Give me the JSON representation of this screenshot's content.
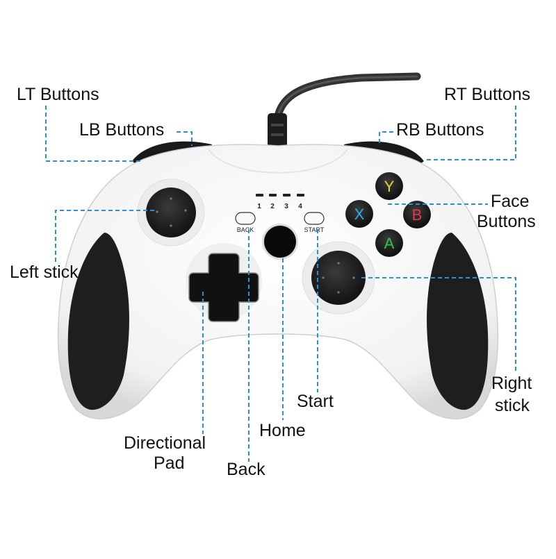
{
  "diagram": {
    "subject": "Wired game controller",
    "accent_color": "#2a8fd6",
    "body_color": "#f4f4f4",
    "grip_color": "#1e1e1e"
  },
  "callouts": {
    "lt": {
      "label": "LT Buttons"
    },
    "lb": {
      "label": "LB Buttons"
    },
    "rt": {
      "label": "RT Buttons"
    },
    "rb": {
      "label": "RB Buttons"
    },
    "face_line1": {
      "label": "Face"
    },
    "face_line2": {
      "label": "Buttons"
    },
    "left_stick": {
      "label": "Left stick"
    },
    "right_stick_line1": {
      "label": "Right"
    },
    "right_stick_line2": {
      "label": "stick"
    },
    "start": {
      "label": "Start"
    },
    "home": {
      "label": "Home"
    },
    "dpad_line1": {
      "label": "Directional"
    },
    "dpad_line2": {
      "label": "Pad"
    },
    "back": {
      "label": "Back"
    }
  },
  "controller": {
    "player_leds": [
      "1",
      "2",
      "3",
      "4"
    ],
    "back_button": "BACK",
    "start_button": "START",
    "face_buttons": [
      {
        "letter": "Y",
        "color": "#e6d23a"
      },
      {
        "letter": "X",
        "color": "#2ab0e8"
      },
      {
        "letter": "B",
        "color": "#e23a48"
      },
      {
        "letter": "A",
        "color": "#2ec45a"
      }
    ]
  }
}
